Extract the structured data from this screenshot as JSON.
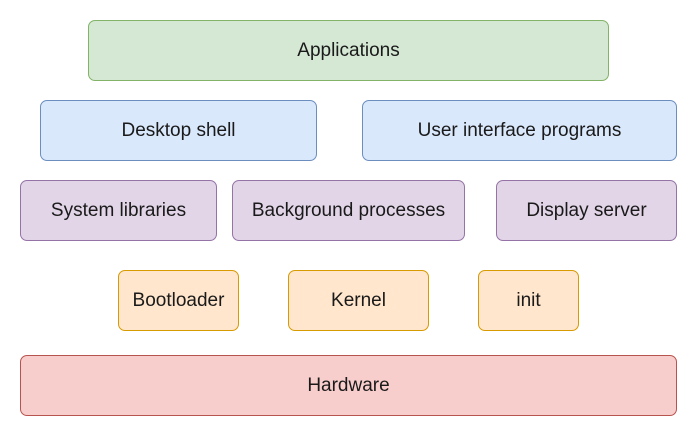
{
  "layers": {
    "applications": "Applications",
    "desktop_shell": "Desktop shell",
    "ui_programs": "User interface programs",
    "system_libraries": "System libraries",
    "background_processes": "Background processes",
    "display_server": "Display server",
    "bootloader": "Bootloader",
    "kernel": "Kernel",
    "init": "init",
    "hardware": "Hardware"
  },
  "colors": {
    "green_fill": "#d5e8d4",
    "blue_fill": "#dae8fc",
    "purple_fill": "#e1d5e7",
    "orange_fill": "#ffe6cc",
    "red_fill": "#f8cecc"
  }
}
